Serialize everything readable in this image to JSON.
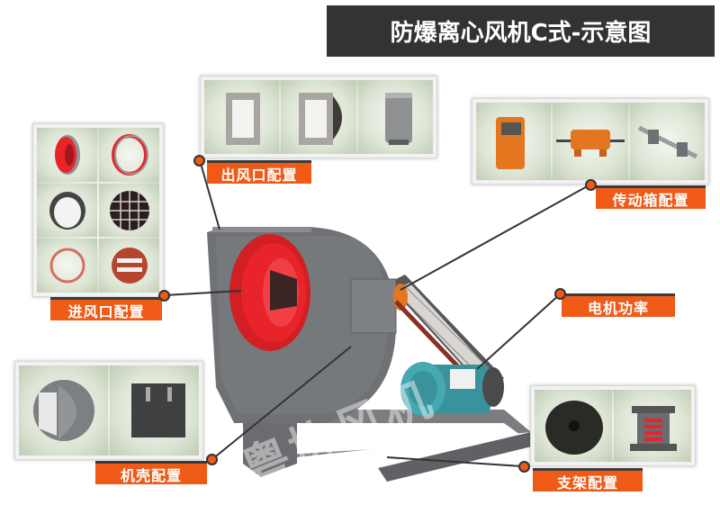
{
  "title": "防爆离心风机C式-示意图",
  "watermark": "粤协风机",
  "colors": {
    "accent": "#ef5a17",
    "title_bg": "#333333",
    "fan_body": "#6e7073",
    "fan_inlet": "#e8242a",
    "motor": "#3fa3ad"
  },
  "callouts": {
    "inlet": {
      "label": "进风口配置",
      "items": [
        "red-flared-inlet",
        "red-ring-flange",
        "steel-ring-flange",
        "grid-mesh-guard",
        "pink-ring-flange",
        "damper-valve"
      ]
    },
    "outlet": {
      "label": "出风口配置",
      "items": [
        "rectangular-flange",
        "flange-with-damper",
        "cylindrical-silencer"
      ]
    },
    "transmission": {
      "label": "传动箱配置",
      "items": [
        "orange-bearing-box",
        "orange-bearing-housing",
        "shaft-with-pillow-blocks"
      ]
    },
    "motor": {
      "label": "电机功率"
    },
    "casing": {
      "label": "机壳配置",
      "items": [
        "casing-cutaway",
        "access-door"
      ]
    },
    "support": {
      "label": "支架配置",
      "items": [
        "rubber-damper-pad",
        "spring-isolator"
      ]
    }
  }
}
